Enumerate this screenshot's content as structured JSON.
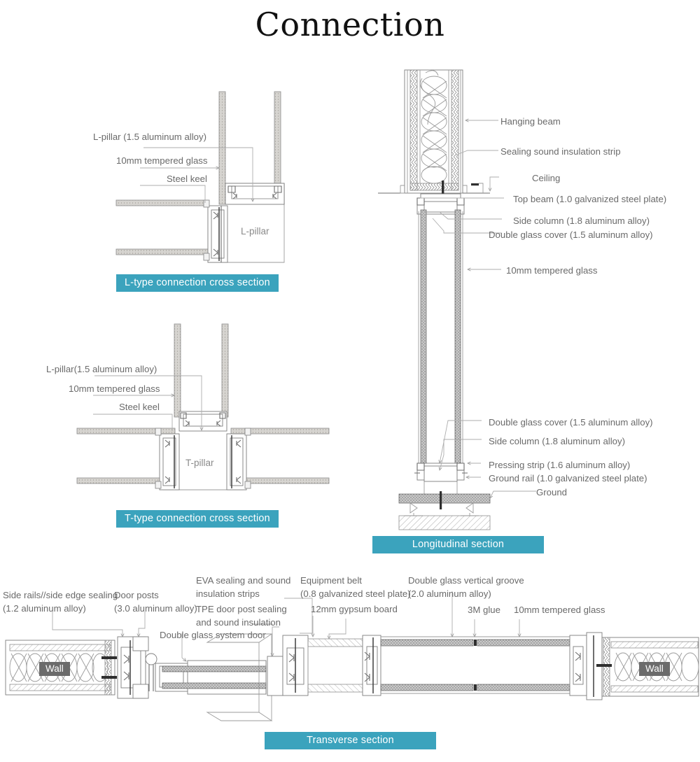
{
  "page": {
    "title": "Connection",
    "accent_color": "#3ba3bd",
    "line_color": "#9b9b9b",
    "label_color": "#6a6a6a",
    "wall_chip_color": "#6b6b6b",
    "background": "#ffffff"
  },
  "sections": {
    "l_type": {
      "caption": "L-type connection cross section",
      "labels": [
        "L-pillar (1.5 aluminum alloy)",
        "10mm tempered glass",
        "Steel keel"
      ],
      "inner_label": "L-pillar"
    },
    "t_type": {
      "caption": "T-type connection cross section",
      "labels": [
        "L-pillar(1.5 aluminum alloy)",
        "10mm tempered glass",
        "Steel keel"
      ],
      "inner_label": "T-pillar"
    },
    "longitudinal": {
      "caption": "Longitudinal section",
      "labels_top": [
        "Hanging beam",
        "Sealing sound insulation strip",
        "Ceiling",
        "Top beam (1.0 galvanized steel plate)",
        "Side column (1.8 aluminum alloy)",
        "Double glass cover (1.5 aluminum alloy)",
        "10mm tempered glass"
      ],
      "labels_bottom": [
        "Double glass cover (1.5 aluminum alloy)",
        "Side column (1.8 aluminum alloy)",
        "Pressing strip (1.6 aluminum alloy)",
        "Ground rail (1.0 galvanized steel plate)",
        "Ground"
      ]
    },
    "transverse": {
      "caption": "Transverse section",
      "labels": [
        "Side rails//side edge sealing\n(1.2 aluminum alloy)",
        "Door posts\n(3.0 aluminum alloy)",
        "EVA sealing and sound\ninsulation strips",
        "TPE door post sealing\nand sound insulation",
        "Double glass system door",
        "Equipment belt\n(0.8 galvanized steel plate)",
        "12mm gypsum board",
        "Double glass vertical groove\n(2.0 aluminum alloy)",
        "3M glue",
        "10mm tempered glass"
      ],
      "wall_left": "Wall",
      "wall_right": "Wall"
    }
  }
}
